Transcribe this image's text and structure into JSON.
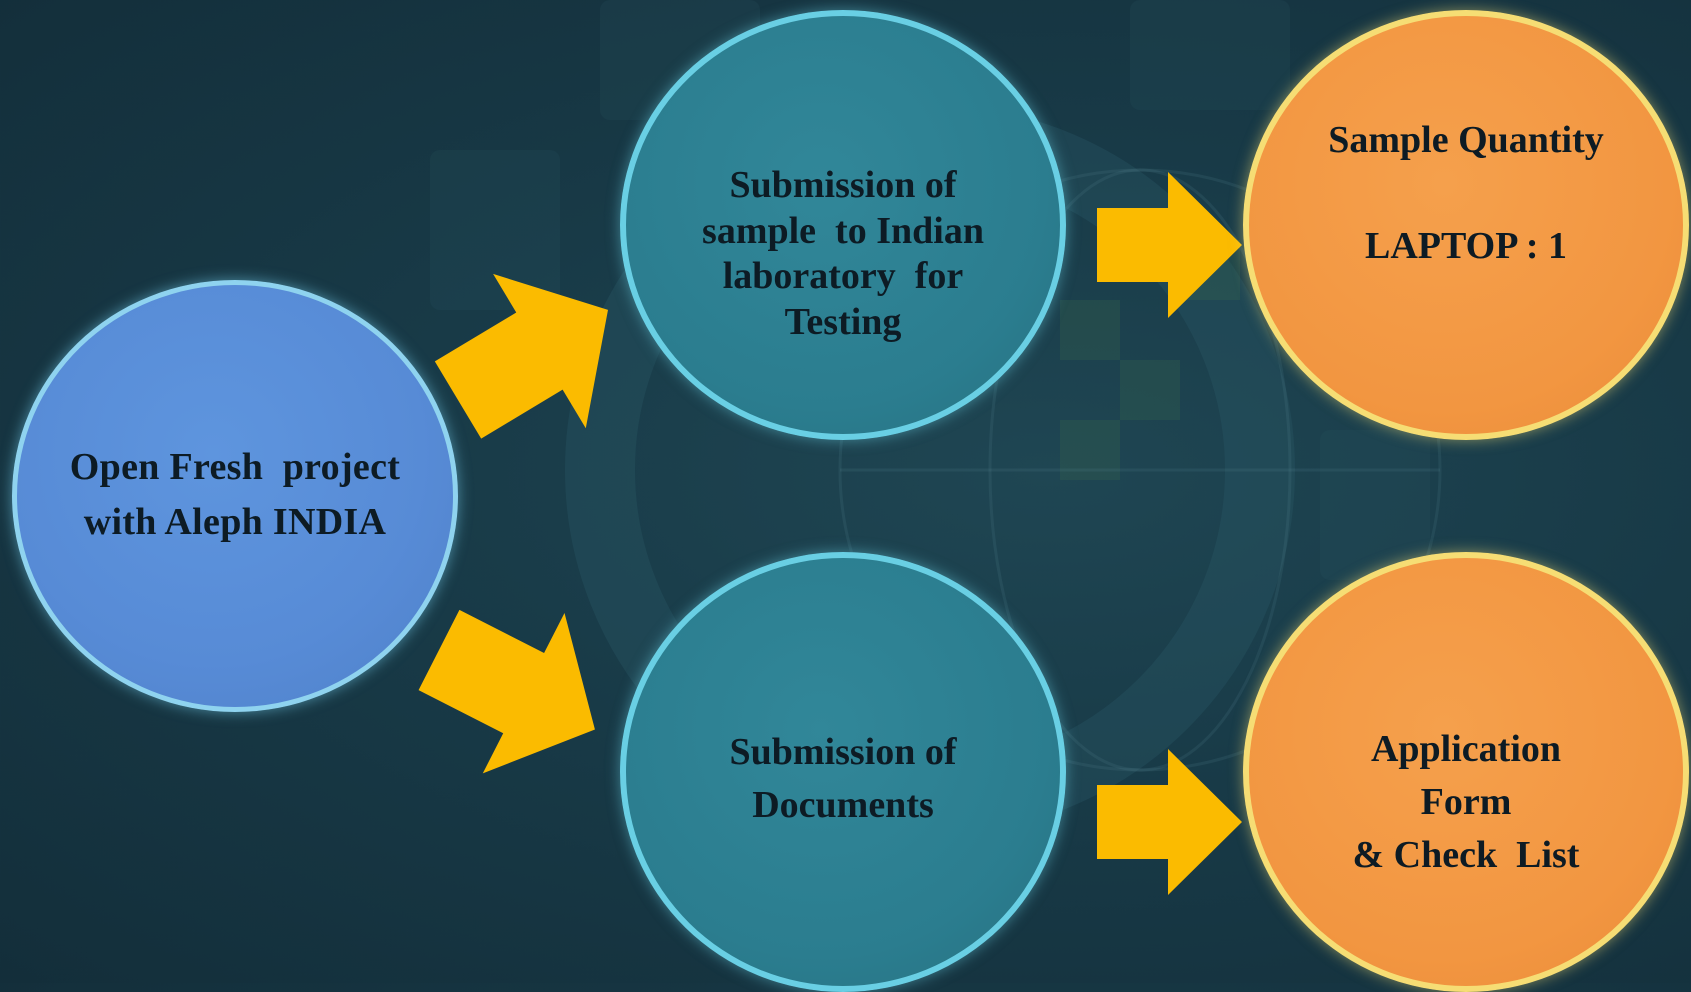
{
  "diagram": {
    "start": {
      "lines": [
        "Open Fresh  project",
        "with Aleph INDIA"
      ]
    },
    "sample_submission": {
      "lines": [
        "Submission of",
        "sample  to Indian",
        "laboratory  for",
        "Testing"
      ]
    },
    "document_submission": {
      "lines": [
        "Submission of",
        "Documents"
      ]
    },
    "sample_quantity": {
      "heading": "Sample Quantity",
      "value": "LAPTOP : 1"
    },
    "application_form": {
      "lines": [
        "Application",
        "Form",
        "& Check  List"
      ]
    }
  },
  "colors": {
    "background": "#183a47",
    "start_node": "#578bd6",
    "step_node": "#2b7d8f",
    "result_node": "#f29641",
    "arrow": "#fbbb00"
  }
}
